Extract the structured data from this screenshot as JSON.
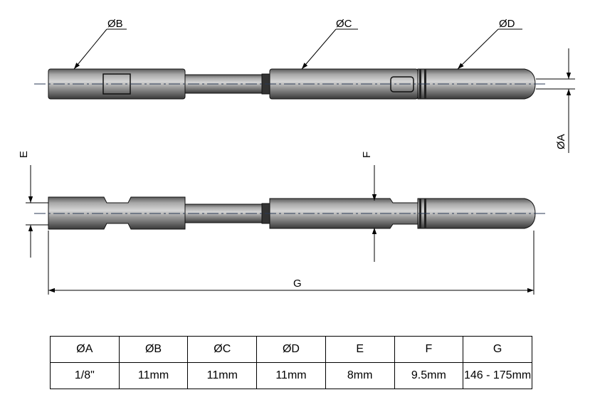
{
  "callouts": {
    "b": "ØB",
    "c": "ØC",
    "d": "ØD",
    "a": "ØA",
    "e": "E",
    "f": "F",
    "g": "G"
  },
  "table": {
    "headers": [
      "ØA",
      "ØB",
      "ØC",
      "ØD",
      "E",
      "F",
      "G"
    ],
    "values": [
      "1/8\"",
      "11mm",
      "11mm",
      "11mm",
      "8mm",
      "9.5mm",
      "146 - 175mm"
    ]
  },
  "colors": {
    "rod_body": "#8f8f8f",
    "rod_highlight": "#d4d4d4",
    "rod_shadow": "#3c3c3c",
    "center_line": "#2a3a55",
    "ink": "#000000"
  }
}
